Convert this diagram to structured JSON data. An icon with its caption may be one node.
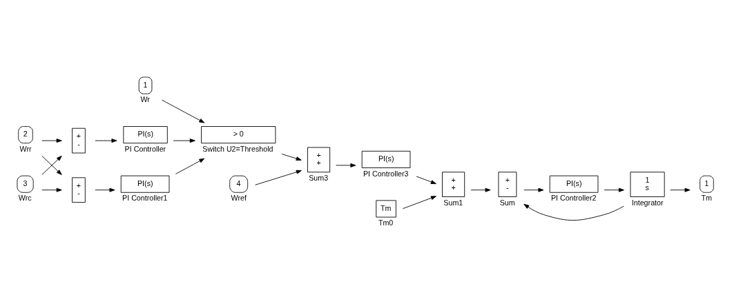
{
  "diagram": {
    "nodes": [
      {
        "text": [
          "2"
        ],
        "beside": [
          "Wrr"
        ]
      },
      {
        "text": [
          "1"
        ],
        "beside": [
          "Wr"
        ]
      },
      {
        "text": [
          "3"
        ],
        "beside": [
          "Wrc"
        ]
      },
      {
        "text": [
          "+",
          "-"
        ]
      },
      {
        "text": [
          "PI(s)"
        ],
        "beside": [
          "PI Controller"
        ]
      },
      {
        "text": [
          "+",
          "-"
        ]
      },
      {
        "text": [
          "PI(s)"
        ],
        "beside": [
          "PI Controller1"
        ]
      },
      {
        "text": [
          "> 0"
        ],
        "beside": [
          "Switch U2=Threshold"
        ]
      },
      {
        "text": [
          "4"
        ],
        "beside": [
          "Wref"
        ]
      },
      {
        "text": [
          "+",
          "+"
        ],
        "beside": [
          "Sum3"
        ]
      },
      {
        "text": [
          "PI(s)"
        ],
        "beside": [
          "PI Controller3"
        ]
      },
      {
        "text": [
          "Tm"
        ],
        "beside": [
          "Tm0"
        ]
      },
      {
        "text": [
          "+",
          "+"
        ],
        "beside": [
          "Sum1"
        ]
      },
      {
        "text": [
          "+",
          "-"
        ],
        "beside": [
          "Sum"
        ]
      },
      {
        "text": [
          "PI(s)"
        ],
        "beside": [
          "PI Controller2"
        ]
      },
      {
        "text": [
          "1",
          "s"
        ],
        "beside": [
          "Integrator"
        ]
      },
      {
        "text": [
          "1"
        ],
        "beside": [
          "Tm"
        ]
      }
    ],
    "edges": [
      {
        "from": 0,
        "to": 3,
        "arrow": "to"
      },
      {
        "from": 0,
        "to": 5,
        "arrow": "to"
      },
      {
        "from": 2,
        "to": 3,
        "arrow": "to"
      },
      {
        "from": 2,
        "to": 5,
        "arrow": "to"
      },
      {
        "from": 3,
        "to": 4,
        "arrow": "to"
      },
      {
        "from": 5,
        "to": 6,
        "arrow": "to"
      },
      {
        "from": 4,
        "to": 7,
        "arrow": "to"
      },
      {
        "from": 1,
        "to": 7,
        "arrow": "to"
      },
      {
        "from": 6,
        "to": 7,
        "arrow": "to"
      },
      {
        "from": 7,
        "to": 9,
        "arrow": "to"
      },
      {
        "from": 8,
        "to": 9,
        "arrow": "to"
      },
      {
        "from": 9,
        "to": 10,
        "arrow": "to"
      },
      {
        "from": 11,
        "to": 12,
        "arrow": "to"
      },
      {
        "from": 10,
        "to": 12,
        "arrow": "to"
      },
      {
        "from": 12,
        "to": 13,
        "arrow": "to"
      },
      {
        "from": 13,
        "to": 14,
        "arrow": "to"
      },
      {
        "from": 14,
        "to": 15,
        "arrow": "to"
      },
      {
        "from": 15,
        "to": 16,
        "arrow": "to"
      },
      {
        "from": 15,
        "to": 13,
        "arrow": "to"
      }
    ]
  }
}
